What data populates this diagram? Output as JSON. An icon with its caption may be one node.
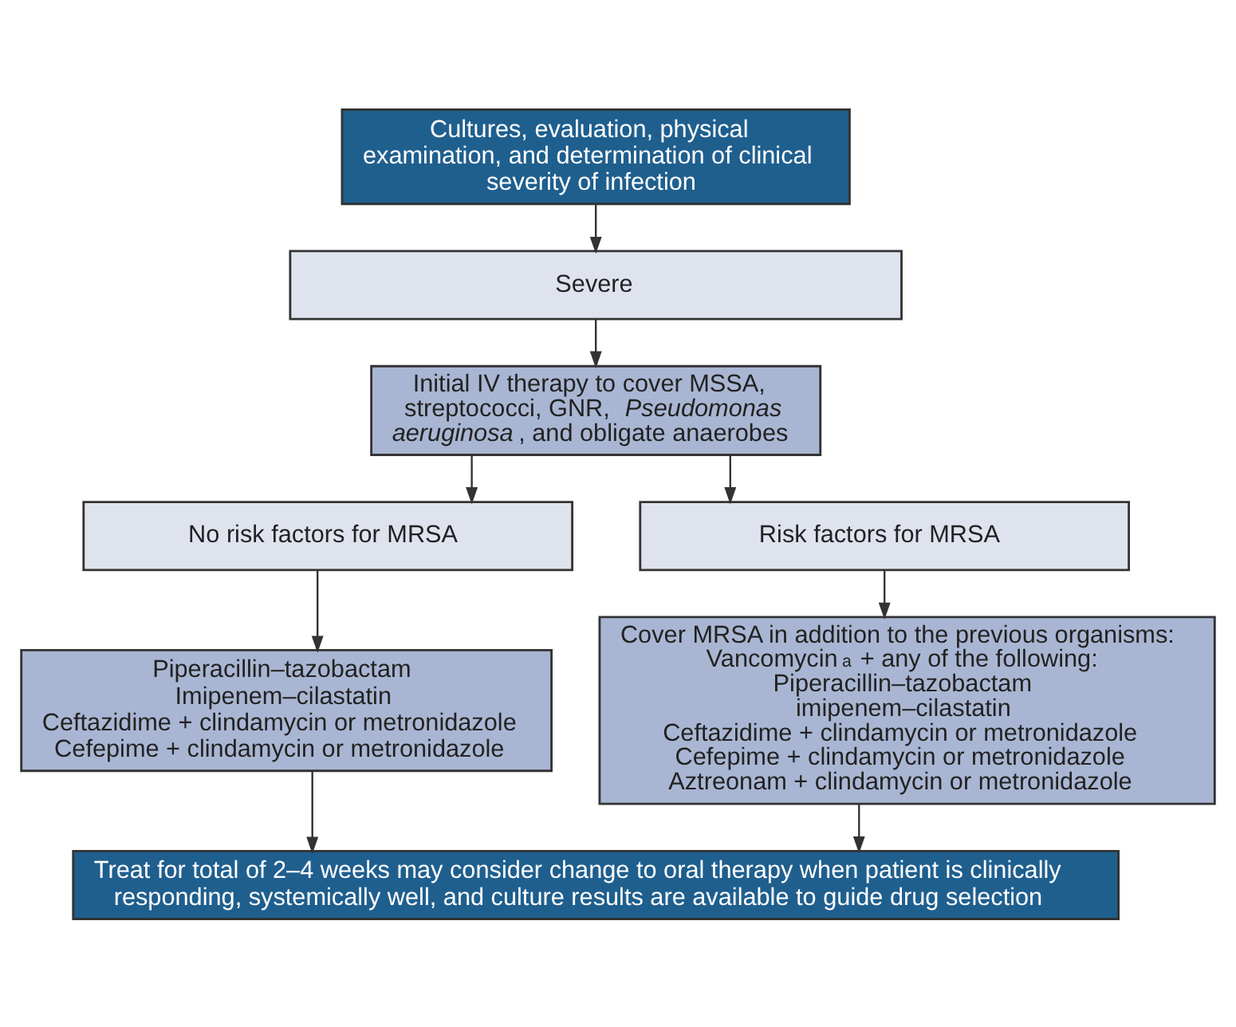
{
  "diagram": {
    "nodes": [
      {
        "text": [
          "Cultures, evaluation, physical examination, and determination of clinical severity of infection"
        ]
      },
      {
        "text": [
          "Severe"
        ]
      },
      {
        "text": [
          "Initial IV therapy to cover MSSA, streptococci, GNR, *Pseudomonas aeruginosa*, and obligate anaerobes"
        ]
      },
      {
        "text": [
          "No risk factors for MRSA"
        ]
      },
      {
        "text": [
          "Risk factors for MRSA"
        ]
      },
      {
        "text": [
          "Piperacillin–tazobactam",
          "Imipenem–cilastatin",
          "Ceftazidime + clindamycin or metronidazole",
          "Cefepime + clindamycin or metronidazole"
        ]
      },
      {
        "text": [
          "Cover MRSA in addition to the previous organisms:",
          "Vancomycin$^{a}$ + any of the following:",
          "Piperacillin–tazobactam",
          "imipenem–cilastatin",
          "Ceftazidime + clindamycin or metronidazole",
          "Cefepime + clindamycin or metronidazole",
          "Aztreonam + clindamycin or metronidazole"
        ]
      },
      {
        "text": [
          "Treat for total of 2–4 weeks may consider change to oral therapy when patient is clinically responding, systemically well, and culture results are available to guide drug selection"
        ]
      }
    ],
    "edges": [
      {
        "from": 0,
        "to": 1,
        "arrow": "to"
      },
      {
        "from": 1,
        "to": 2,
        "arrow": "to"
      },
      {
        "from": 2,
        "to": 3,
        "arrow": "to"
      },
      {
        "from": 2,
        "to": 4,
        "arrow": "to"
      },
      {
        "from": 3,
        "to": 5,
        "arrow": "to"
      },
      {
        "from": 4,
        "to": 6,
        "arrow": "to"
      },
      {
        "from": 5,
        "to": 7,
        "arrow": "to"
      },
      {
        "from": 6,
        "to": 7,
        "arrow": "to"
      }
    ]
  }
}
